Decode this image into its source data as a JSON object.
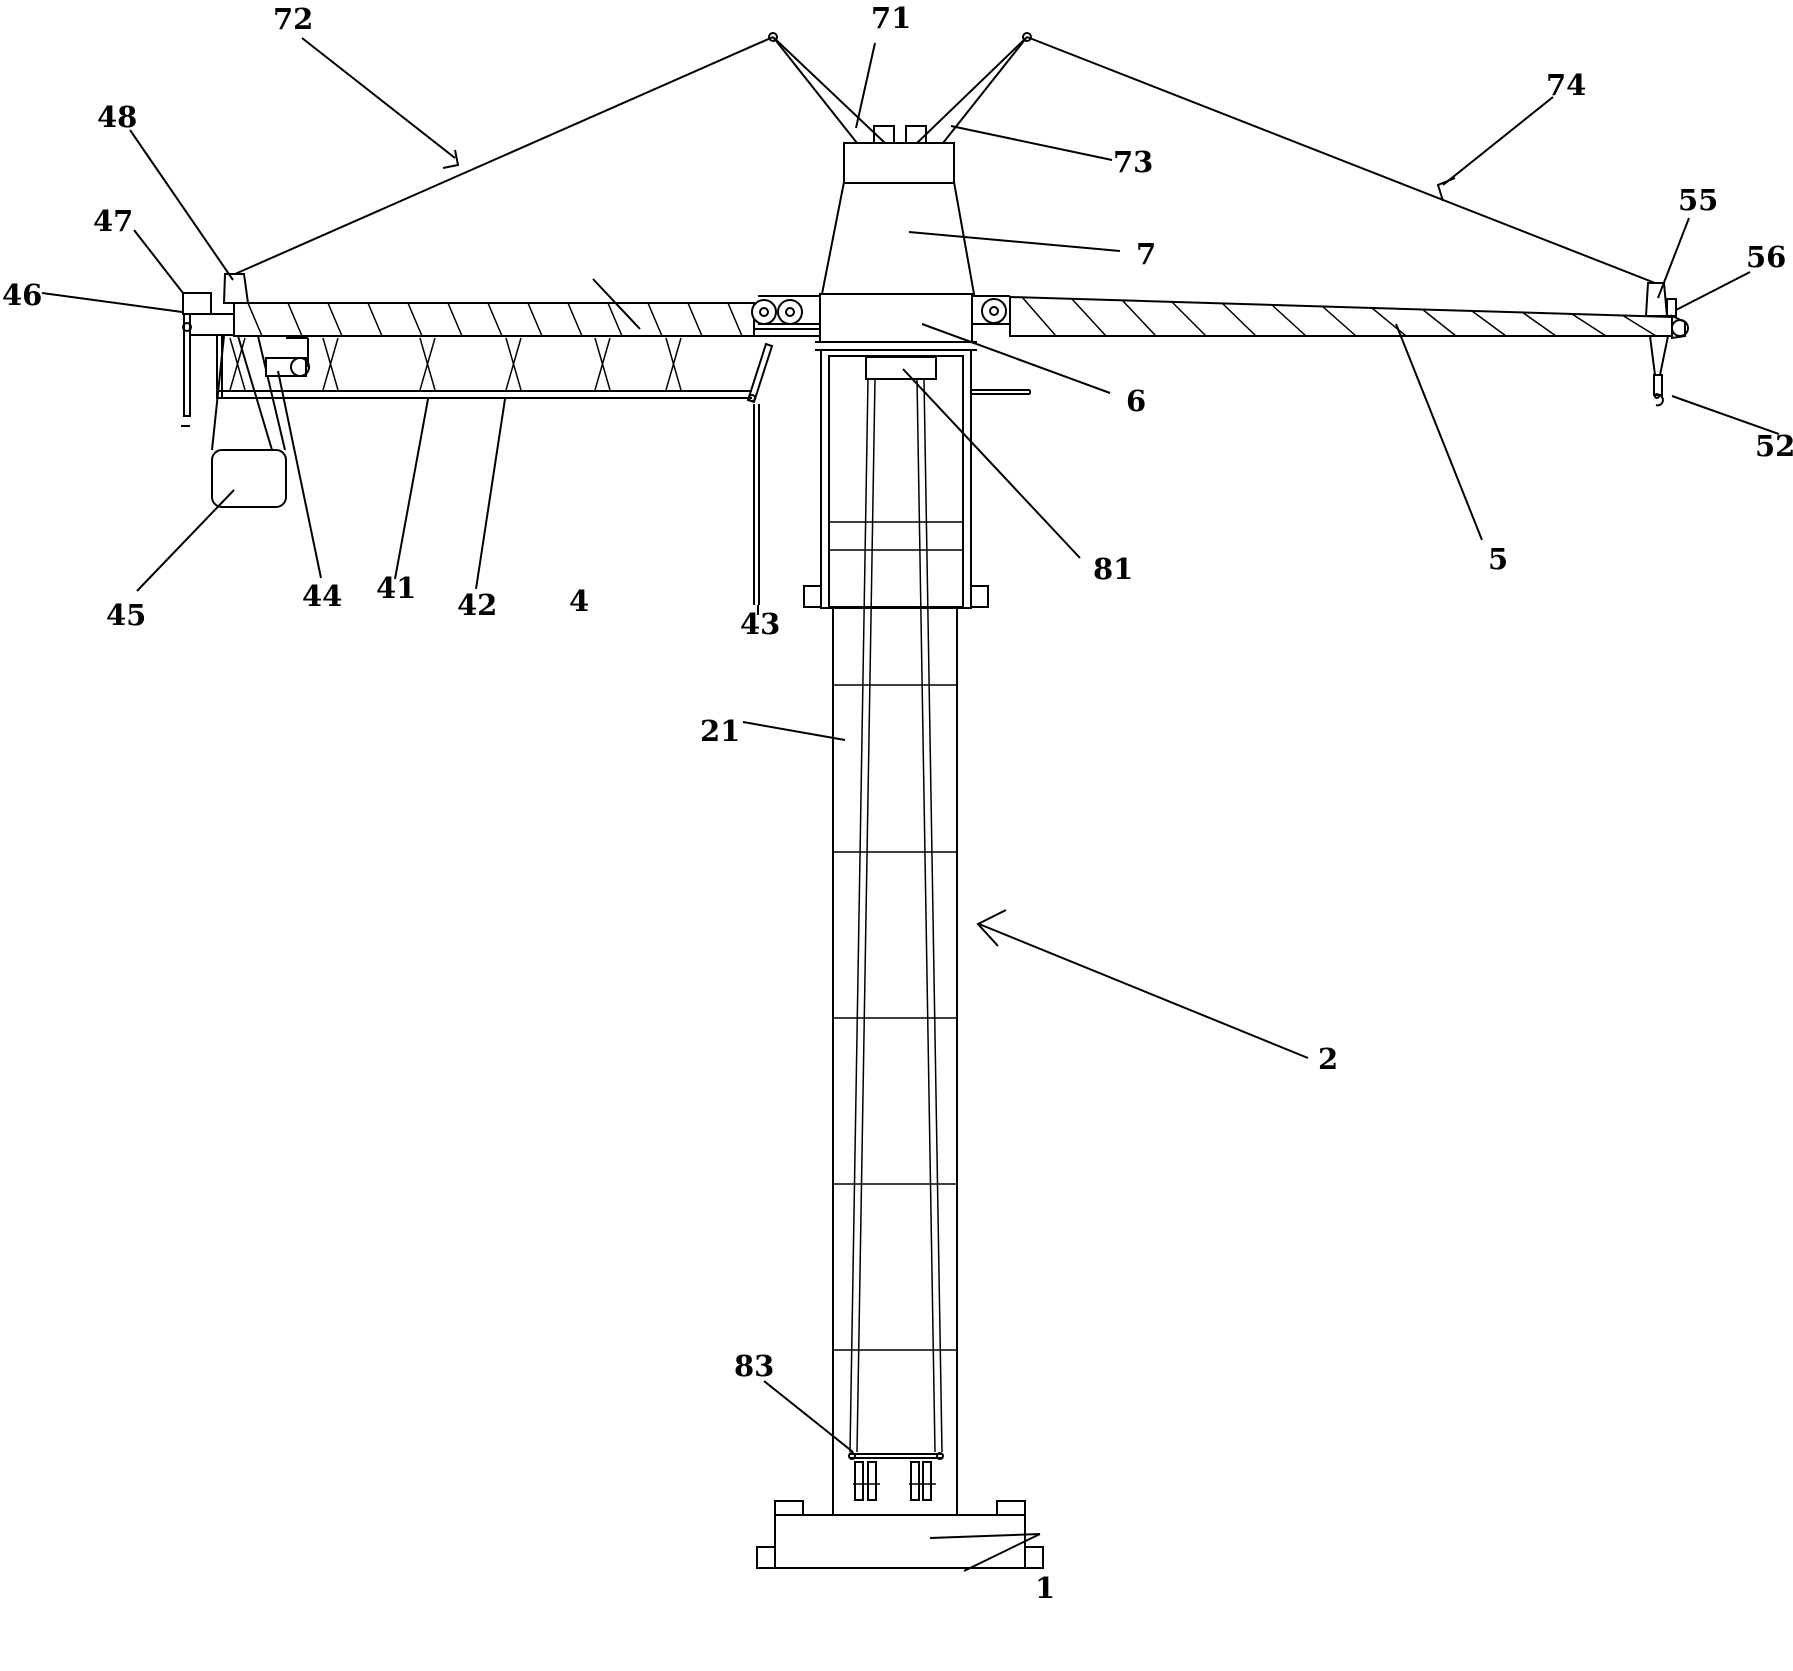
{
  "figure": {
    "labels": {
      "l1": "1",
      "l2": "2",
      "l4": "4",
      "l5": "5",
      "l6": "6",
      "l7": "7",
      "l21": "21",
      "l41": "41",
      "l42": "42",
      "l43": "43",
      "l44": "44",
      "l45": "45",
      "l46": "46",
      "l47": "47",
      "l48": "48",
      "l52": "52",
      "l55": "55",
      "l56": "56",
      "l71": "71",
      "l72": "72",
      "l73": "73",
      "l74": "74",
      "l81": "81",
      "l83": "83"
    }
  }
}
